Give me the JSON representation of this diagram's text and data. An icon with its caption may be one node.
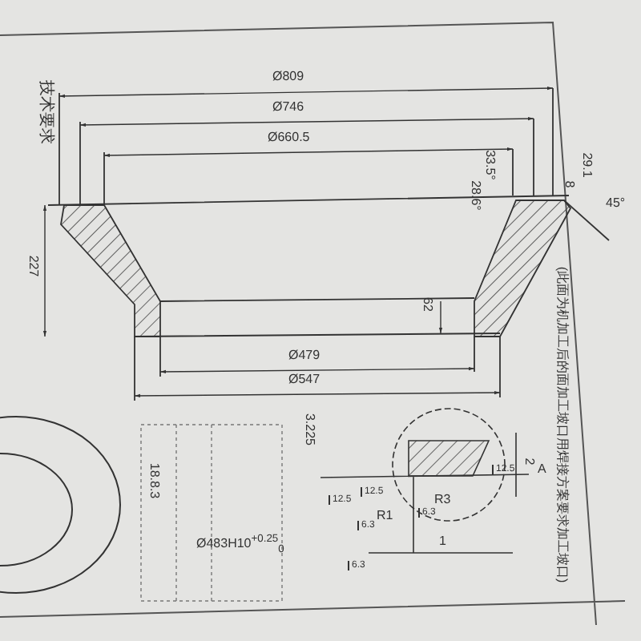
{
  "diagram": {
    "labels": [
      "技术要求",
      "Ø809",
      "Ø746",
      "Ø660.5",
      "33.5°",
      "28.6°",
      "29.1",
      "8",
      "45°",
      "227",
      "62",
      "Ø479",
      "Ø547",
      "3.225",
      "12.5",
      "12.5",
      "12.5",
      "R1",
      "6.3",
      "R3",
      "6.3",
      "1",
      "2",
      "Ø483H10$^{+0.25}$$_{0}$",
      "6.3",
      "A",
      "18.8.3",
      "(此面为机加工后的面加工坡口用焊接方案要求加工坡口)"
    ]
  }
}
